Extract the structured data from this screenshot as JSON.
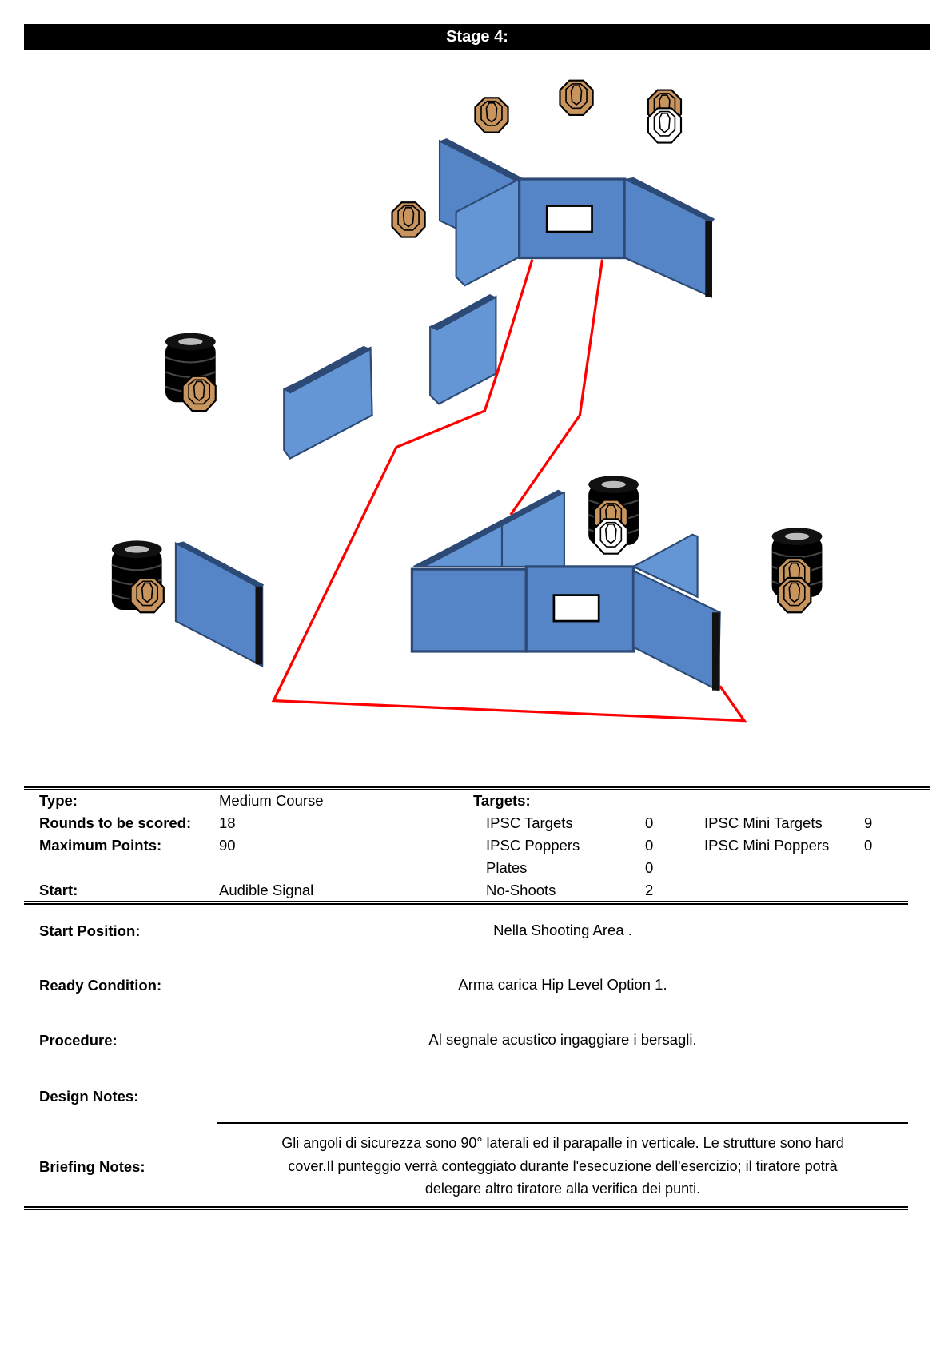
{
  "header": {
    "title": "Stage 4:"
  },
  "info": {
    "type_label": "Type:",
    "type_value": "Medium Course",
    "rounds_label": "Rounds to be scored:",
    "rounds_value": "18",
    "max_points_label": "Maximum Points:",
    "max_points_value": "90",
    "start_label": "Start:",
    "start_value": "Audible Signal",
    "targets_label": "Targets:",
    "targets": [
      {
        "label": "IPSC Targets",
        "count": "0"
      },
      {
        "label": "IPSC Poppers",
        "count": "0"
      },
      {
        "label": "Plates",
        "count": "0"
      },
      {
        "label": "No-Shoots",
        "count": "2"
      }
    ],
    "mini_targets": [
      {
        "label": "IPSC Mini Targets",
        "count": "9"
      },
      {
        "label": "IPSC Mini Poppers",
        "count": "0"
      }
    ]
  },
  "details": {
    "start_position_label": "Start Position:",
    "start_position_value": "Nella Shooting  Area .",
    "ready_label": "Ready Condition:",
    "ready_value": "Arma carica Hip Level Option 1.",
    "procedure_label": "Procedure:",
    "procedure_value": "Al segnale acustico ingaggiare i bersagli.",
    "design_label": "Design Notes:",
    "briefing_label": "Briefing Notes:",
    "briefing_lines": [
      "Gli angoli di sicurezza sono 90° laterali ed il parapalle in verticale. Le strutture sono hard",
      "cover.Il punteggio verrà conteggiato durante l'esecuzione dell'esercizio; il tiratore potrà",
      "delegare altro tiratore alla verifica  dei punti."
    ]
  },
  "colors": {
    "wall": "#5585c6",
    "wall_light": "#6496d6",
    "wall_dark": "#2c4a75",
    "target": "#c9955f",
    "fault_line": "#ff0000"
  }
}
